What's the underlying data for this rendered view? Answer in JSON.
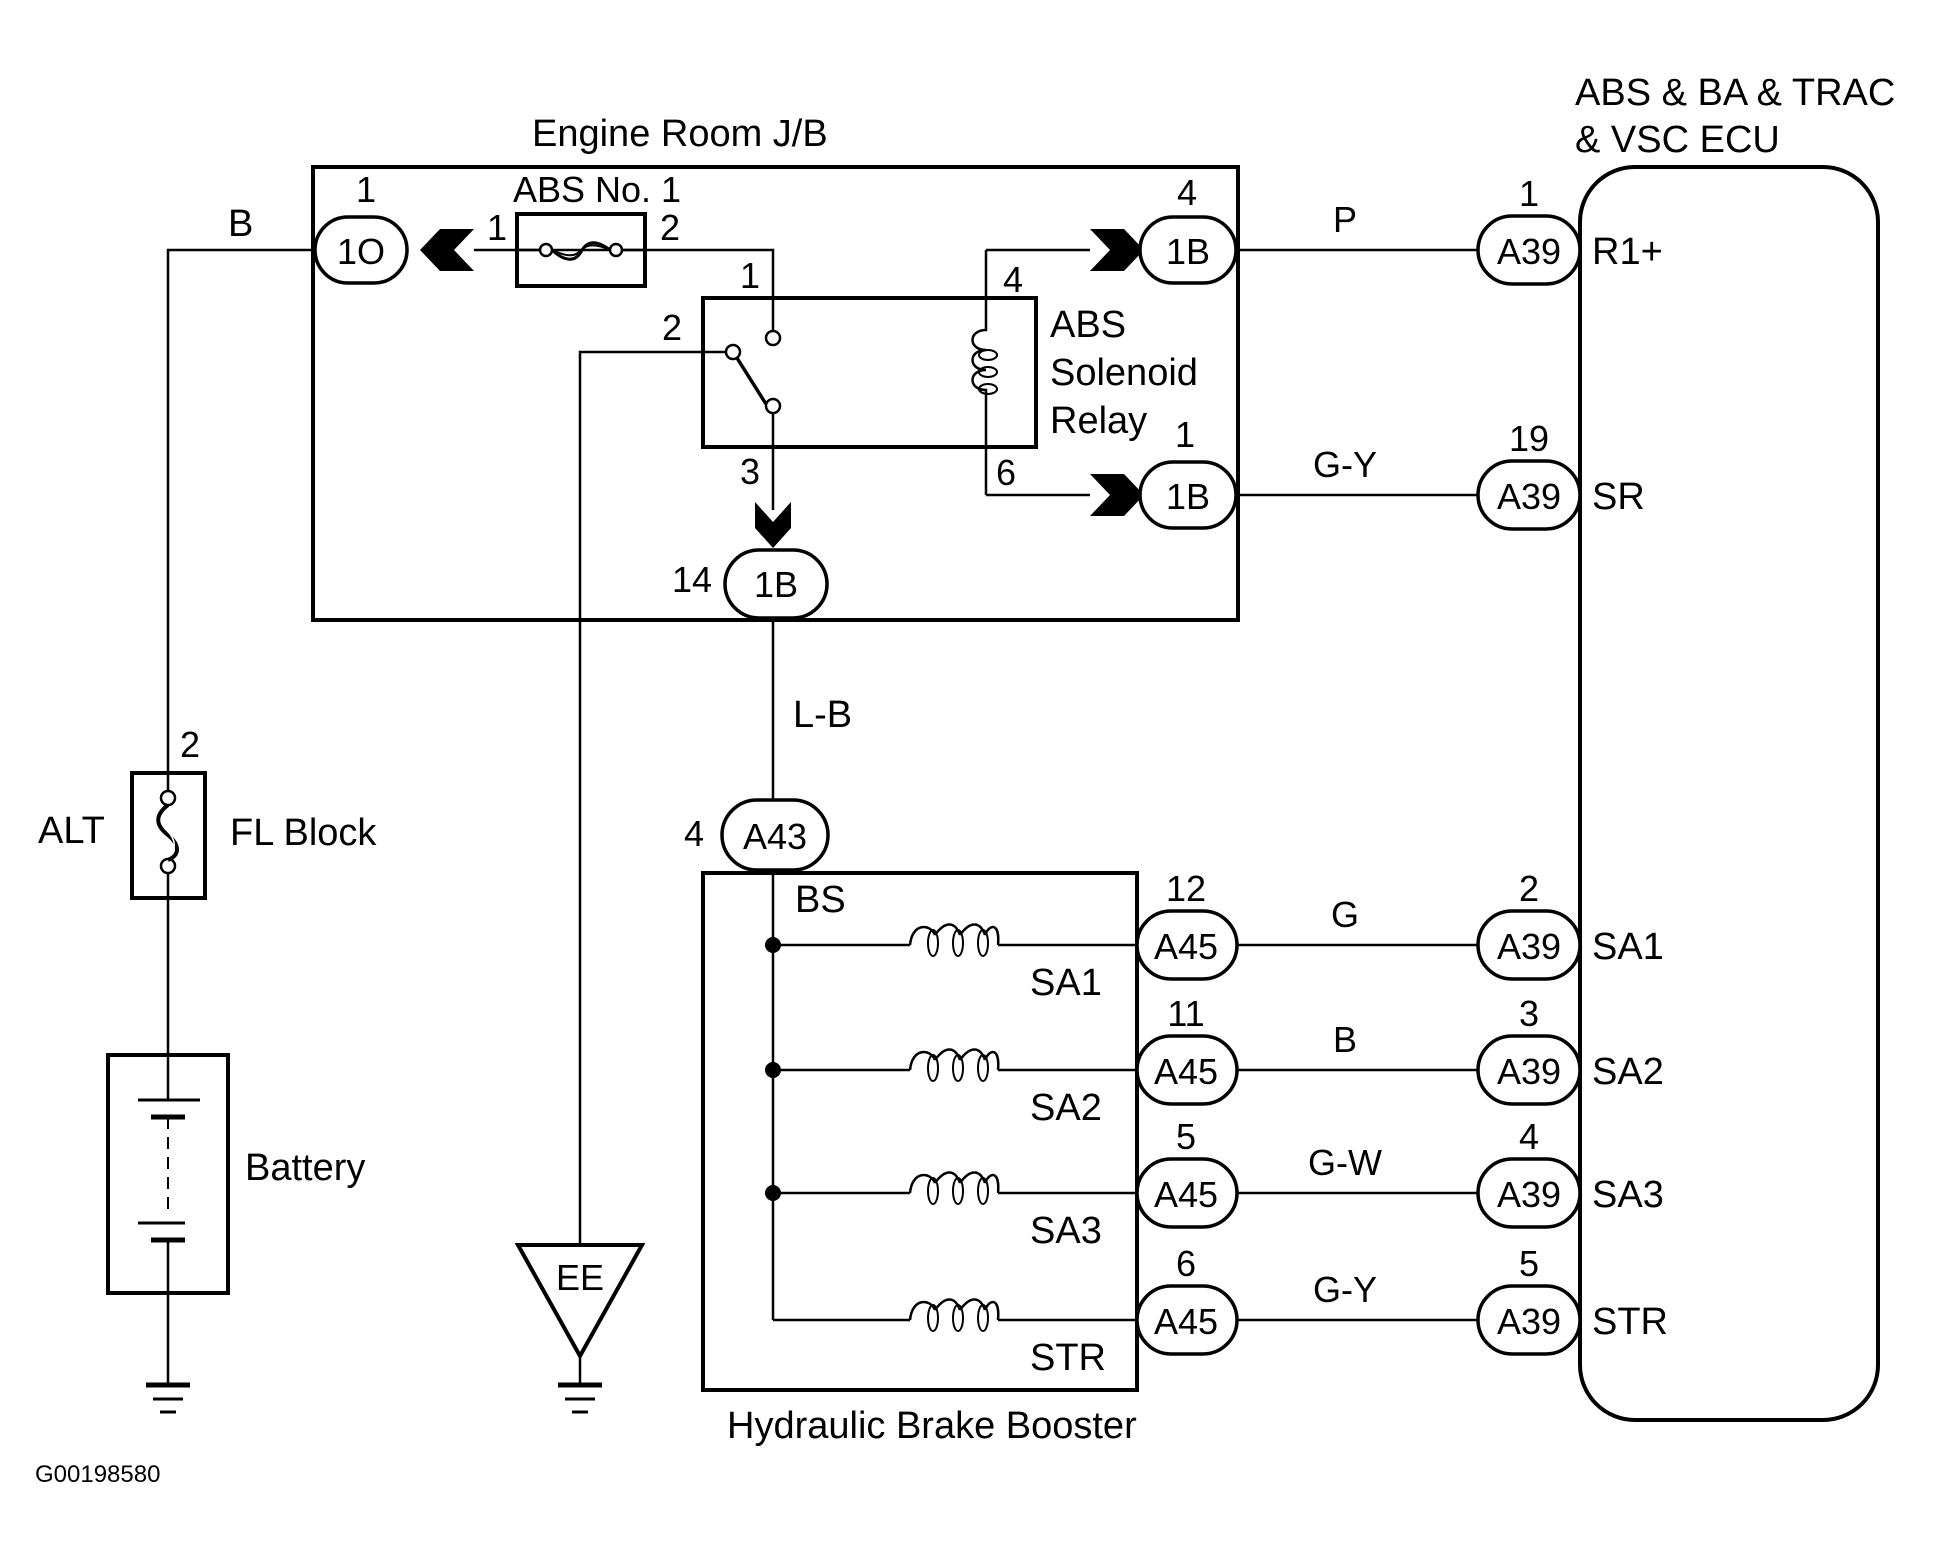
{
  "diagram": {
    "components": {
      "engine_room_jb": "Engine Room J/B",
      "ecu_line1": "ABS & BA & TRAC",
      "ecu_line2": "& VSC ECU",
      "fuse_abs": "ABS No. 1",
      "relay_line1": "ABS",
      "relay_line2": "Solenoid",
      "relay_line3": "Relay",
      "fl_alt": "ALT",
      "fl_block": "FL Block",
      "battery": "Battery",
      "ground_ee": "EE",
      "booster": "Hydraulic Brake Booster",
      "booster_bs": "BS"
    },
    "connectors": {
      "jb_1o": {
        "code": "1O",
        "pin": "1"
      },
      "jb_1b_top": {
        "code": "1B",
        "pin": "4"
      },
      "jb_1b_mid": {
        "code": "1B",
        "pin": "1"
      },
      "jb_1b_bottom": {
        "code": "1B",
        "pin": "14"
      },
      "a43": {
        "code": "A43",
        "pin": "4"
      },
      "a45": [
        {
          "code": "A45",
          "pin": "12"
        },
        {
          "code": "A45",
          "pin": "11"
        },
        {
          "code": "A45",
          "pin": "5"
        },
        {
          "code": "A45",
          "pin": "6"
        }
      ],
      "a39": [
        {
          "code": "A39",
          "pin": "1",
          "terminal": "R1+"
        },
        {
          "code": "A39",
          "pin": "19",
          "terminal": "SR"
        },
        {
          "code": "A39",
          "pin": "2",
          "terminal": "SA1"
        },
        {
          "code": "A39",
          "pin": "3",
          "terminal": "SA2"
        },
        {
          "code": "A39",
          "pin": "4",
          "terminal": "SA3"
        },
        {
          "code": "A39",
          "pin": "5",
          "terminal": "STR"
        }
      ]
    },
    "pins": {
      "fuse_in": "1",
      "fuse_out": "2",
      "relay_p1": "1",
      "relay_p2": "2",
      "relay_p3": "3",
      "relay_p4": "4",
      "relay_p6": "6",
      "fl_pin": "2"
    },
    "wires": {
      "battery_feed": "B",
      "r1_plus": "P",
      "sr": "G-Y",
      "bs": "L-B",
      "sa1": "G",
      "sa2": "B",
      "sa3": "G-W",
      "str": "G-Y"
    },
    "solenoids": [
      "SA1",
      "SA2",
      "SA3",
      "STR"
    ],
    "figure_id": "G00198580"
  }
}
